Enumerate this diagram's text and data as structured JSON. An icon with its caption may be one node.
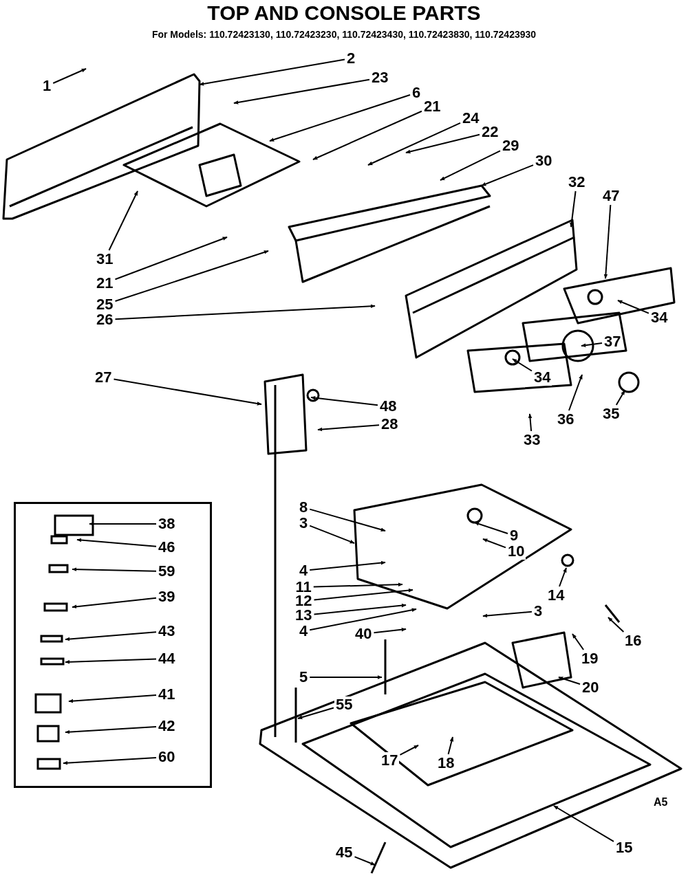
{
  "diagram": {
    "title": "TOP AND CONSOLE PARTS",
    "nodes": [
      {
        "text": [
          "1"
        ]
      },
      {
        "text": [
          "2"
        ]
      },
      {
        "text": [
          "23"
        ]
      },
      {
        "text": [
          "6"
        ]
      },
      {
        "text": [
          "21"
        ]
      },
      {
        "text": [
          "24"
        ]
      },
      {
        "text": [
          "22"
        ]
      },
      {
        "text": [
          "29"
        ]
      },
      {
        "text": [
          "30"
        ]
      },
      {
        "text": [
          "32"
        ]
      },
      {
        "text": [
          "47"
        ]
      },
      {
        "text": [
          "31"
        ]
      },
      {
        "text": [
          "21"
        ]
      },
      {
        "text": [
          "25"
        ]
      },
      {
        "text": [
          "26"
        ]
      },
      {
        "text": [
          "34"
        ]
      },
      {
        "text": [
          "37"
        ]
      },
      {
        "text": [
          "34"
        ]
      },
      {
        "text": [
          "35"
        ]
      },
      {
        "text": [
          "36"
        ]
      },
      {
        "text": [
          "33"
        ]
      },
      {
        "text": [
          "27"
        ]
      },
      {
        "text": [
          "48"
        ]
      },
      {
        "text": [
          "28"
        ]
      },
      {
        "text": [],
        "shape": "box"
      },
      {
        "text": [
          "38"
        ],
        "in": 24
      },
      {
        "text": [
          "46"
        ],
        "in": 24
      },
      {
        "text": [
          "59"
        ],
        "in": 24
      },
      {
        "text": [
          "39"
        ],
        "in": 24
      },
      {
        "text": [
          "43"
        ],
        "in": 24
      },
      {
        "text": [
          "44"
        ],
        "in": 24
      },
      {
        "text": [
          "41"
        ],
        "in": 24
      },
      {
        "text": [
          "42"
        ],
        "in": 24
      },
      {
        "text": [
          "60"
        ],
        "in": 24
      },
      {
        "text": [
          "8"
        ]
      },
      {
        "text": [
          "3"
        ]
      },
      {
        "text": [
          "9"
        ]
      },
      {
        "text": [
          "10"
        ]
      },
      {
        "text": [
          "4"
        ]
      },
      {
        "text": [
          "11"
        ]
      },
      {
        "text": [
          "12"
        ]
      },
      {
        "text": [
          "13"
        ]
      },
      {
        "text": [
          "4"
        ]
      },
      {
        "text": [
          "40"
        ]
      },
      {
        "text": [
          "5"
        ]
      },
      {
        "text": [
          "55"
        ]
      },
      {
        "text": [
          "14"
        ]
      },
      {
        "text": [
          "3"
        ]
      },
      {
        "text": [
          "16"
        ]
      },
      {
        "text": [
          "19"
        ]
      },
      {
        "text": [
          "20"
        ]
      },
      {
        "text": [
          "17"
        ]
      },
      {
        "text": [
          "18"
        ]
      },
      {
        "text": [
          "45"
        ]
      },
      {
        "text": [
          "15"
        ]
      }
    ],
    "edges": [
      {
        "from": 0,
        "to": null,
        "arrow": "to"
      },
      {
        "from": 1,
        "to": null,
        "arrow": "to"
      },
      {
        "from": 2,
        "to": null,
        "arrow": "to"
      },
      {
        "from": 3,
        "to": null,
        "arrow": "to"
      },
      {
        "from": 4,
        "to": null,
        "arrow": "to"
      },
      {
        "from": 5,
        "to": null,
        "arrow": "to"
      },
      {
        "from": 6,
        "to": null,
        "arrow": "to"
      },
      {
        "from": 7,
        "to": null,
        "arrow": "to"
      },
      {
        "from": 8,
        "to": null,
        "arrow": "to"
      },
      {
        "from": 9,
        "to": null,
        "arrow": "to"
      },
      {
        "from": 10,
        "to": null,
        "arrow": "to"
      },
      {
        "from": 11,
        "to": null,
        "arrow": "to"
      },
      {
        "from": 12,
        "to": null,
        "arrow": "to"
      },
      {
        "from": 13,
        "to": null,
        "arrow": "to"
      },
      {
        "from": 14,
        "to": null,
        "arrow": "to"
      },
      {
        "from": 15,
        "to": null,
        "arrow": "to"
      },
      {
        "from": 16,
        "to": null,
        "arrow": "to"
      },
      {
        "from": 17,
        "to": null,
        "arrow": "to"
      },
      {
        "from": 18,
        "to": null,
        "arrow": "to"
      },
      {
        "from": 19,
        "to": null,
        "arrow": "to"
      },
      {
        "from": 20,
        "to": null,
        "arrow": "to"
      },
      {
        "from": 21,
        "to": null,
        "arrow": "to"
      },
      {
        "from": 22,
        "to": null,
        "arrow": "to"
      },
      {
        "from": 23,
        "to": null,
        "arrow": "to"
      },
      {
        "from": 25,
        "to": null,
        "arrow": "to"
      },
      {
        "from": 26,
        "to": null,
        "arrow": "to"
      },
      {
        "from": 27,
        "to": null,
        "arrow": "to"
      },
      {
        "from": 28,
        "to": null,
        "arrow": "to"
      },
      {
        "from": 29,
        "to": null,
        "arrow": "to"
      },
      {
        "from": 30,
        "to": null,
        "arrow": "to"
      },
      {
        "from": 31,
        "to": null,
        "arrow": "to"
      },
      {
        "from": 32,
        "to": null,
        "arrow": "to"
      },
      {
        "from": 33,
        "to": null,
        "arrow": "to"
      },
      {
        "from": 34,
        "to": null,
        "arrow": "to"
      },
      {
        "from": 35,
        "to": null,
        "arrow": "to"
      },
      {
        "from": 36,
        "to": null,
        "arrow": "to"
      },
      {
        "from": 37,
        "to": null,
        "arrow": "to"
      },
      {
        "from": 38,
        "to": null,
        "arrow": "to"
      },
      {
        "from": 39,
        "to": null,
        "arrow": "to"
      },
      {
        "from": 40,
        "to": null,
        "arrow": "to"
      },
      {
        "from": 41,
        "to": null,
        "arrow": "to"
      },
      {
        "from": 42,
        "to": null,
        "arrow": "to"
      },
      {
        "from": 43,
        "to": null,
        "arrow": "to"
      },
      {
        "from": 44,
        "to": null,
        "arrow": "to"
      },
      {
        "from": 45,
        "to": null,
        "arrow": "to"
      },
      {
        "from": 46,
        "to": null,
        "arrow": "to"
      },
      {
        "from": 47,
        "to": null,
        "arrow": "to"
      },
      {
        "from": 48,
        "to": null,
        "arrow": "to"
      },
      {
        "from": 49,
        "to": null,
        "arrow": "to"
      },
      {
        "from": 50,
        "to": null,
        "arrow": "to"
      },
      {
        "from": 51,
        "to": null,
        "arrow": "to"
      },
      {
        "from": 52,
        "to": null,
        "arrow": "to"
      },
      {
        "from": 53,
        "to": null,
        "arrow": "to"
      },
      {
        "from": 54,
        "to": null,
        "arrow": "to"
      }
    ],
    "labels": [
      "For Models: 110.72423130, 110.72423230, 110.72423430, 110.72423830, 110.72423930",
      "A5"
    ]
  }
}
